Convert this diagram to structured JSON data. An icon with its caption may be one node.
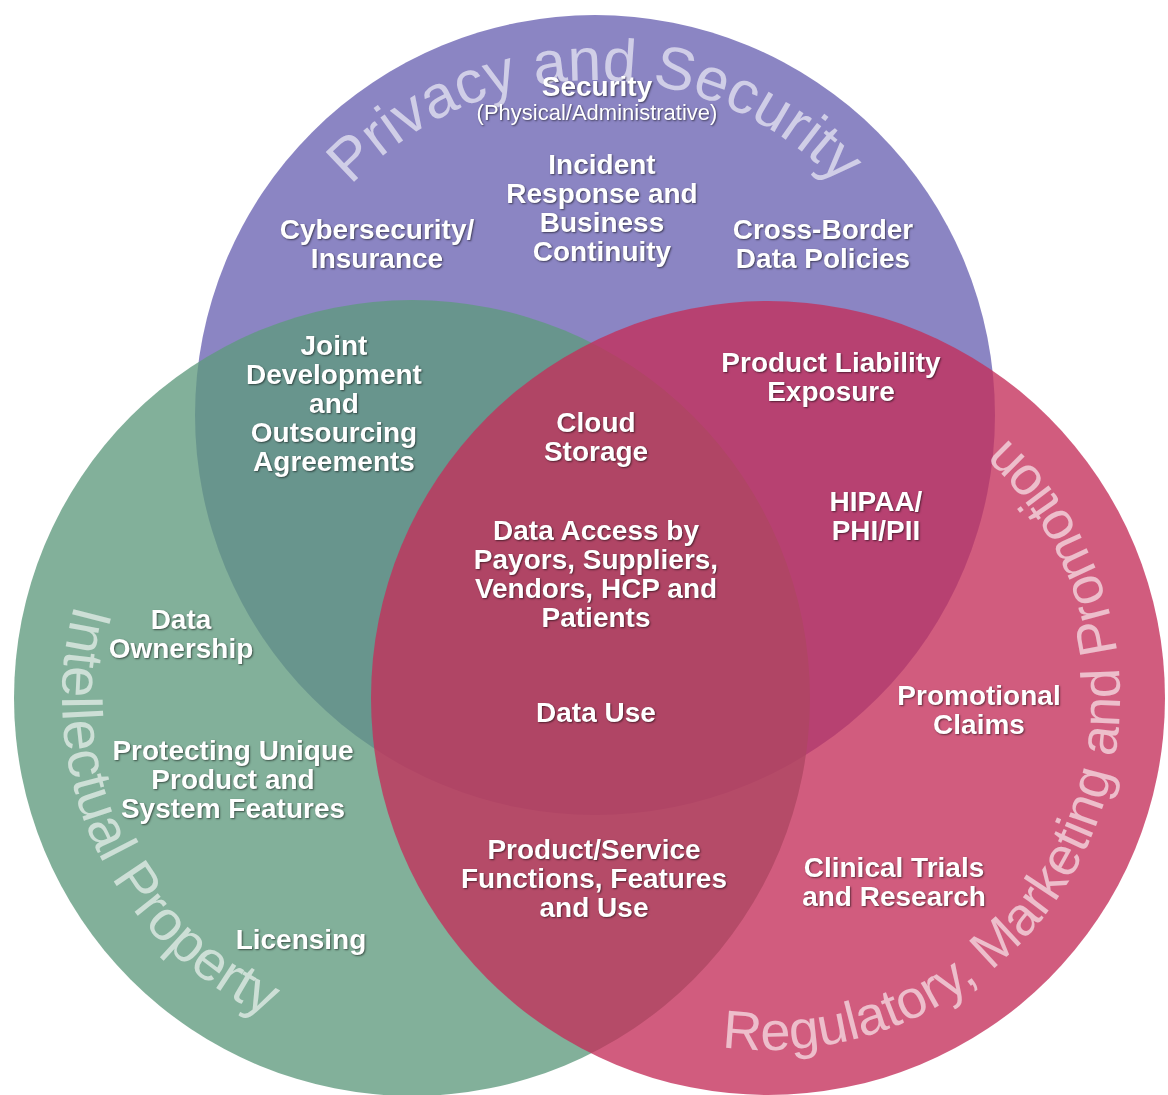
{
  "diagram": {
    "nodes": [
      {
        "text": [
          "Privacy and Security"
        ]
      },
      {
        "text": [
          "Intellectual Property"
        ]
      },
      {
        "text": [
          "Regulatory, Marketing and Promotion"
        ]
      }
    ],
    "edges": [],
    "labels": [
      "Security",
      "(Physical/Administrative)",
      "Incident Response and Business Continuity",
      "Cybersecurity/ Insurance",
      "Cross-Border Data Policies",
      "Joint Development and Outsourcing Agreements",
      "Product Liability Exposure",
      "Cloud Storage",
      "HIPAA/ PHI/PII",
      "Data Access by Payors, Suppliers, Vendors, HCP and Patients",
      "Data Ownership",
      "Promotional Claims",
      "Data Use",
      "Protecting Unique Product and System Features",
      "Product/Service Functions, Features and Use",
      "Clinical Trials and Research",
      "Licensing"
    ]
  }
}
